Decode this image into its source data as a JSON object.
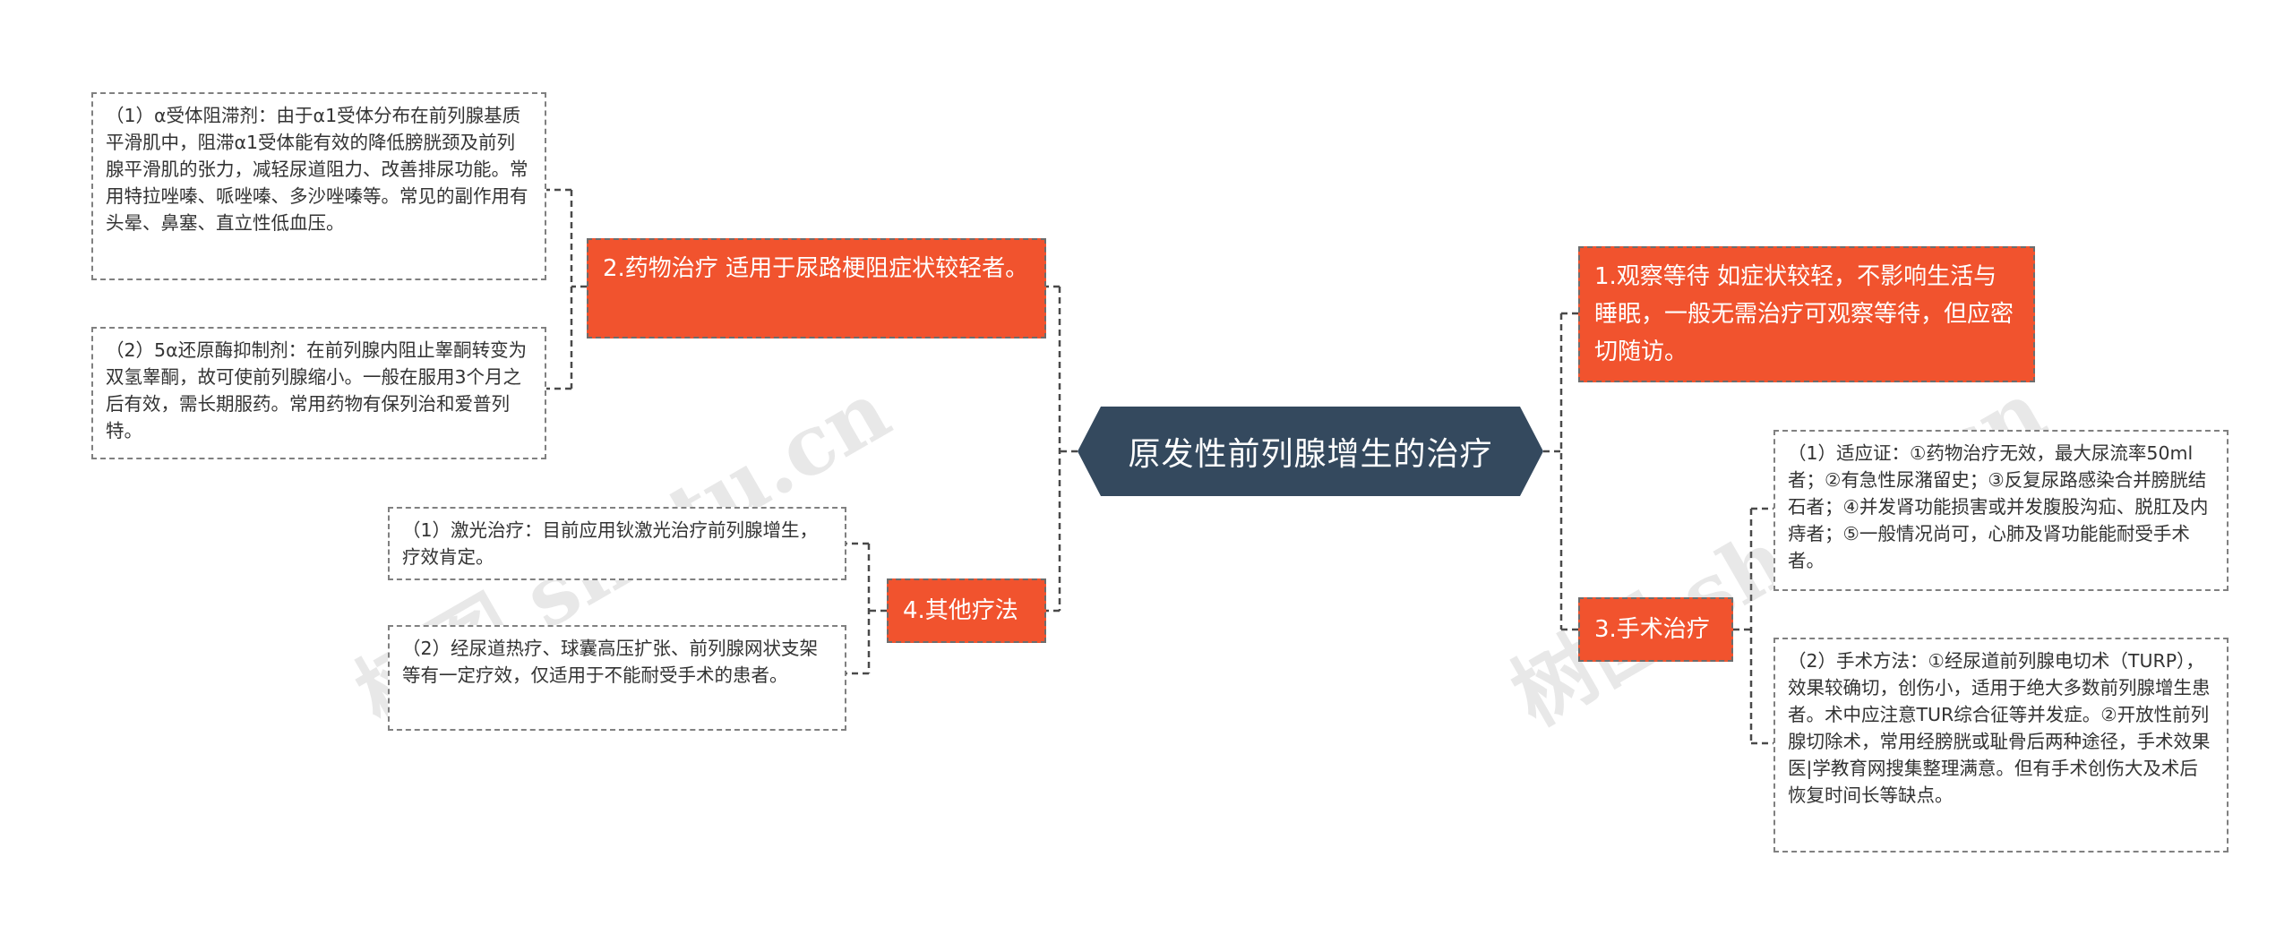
{
  "root": {
    "label": "原发性前列腺增生的治疗"
  },
  "branches": {
    "observe": {
      "label": "1.观察等待 如症状较轻，不影响生活与睡眠，一般无需治疗可观察等待，但应密切随访。"
    },
    "drug": {
      "label": "2.药物治疗 适用于尿路梗阻症状较轻者。",
      "leaves": [
        "（1）α受体阻滞剂：由于α1受体分布在前列腺基质平滑肌中，阻滞α1受体能有效的降低膀胱颈及前列腺平滑肌的张力，减轻尿道阻力、改善排尿功能。常用特拉唑嗪、哌唑嗪、多沙唑嗪等。常见的副作用有头晕、鼻塞、直立性低血压。",
        "（2）5α还原酶抑制剂：在前列腺内阻止睾酮转变为双氢睾酮，故可使前列腺缩小。一般在服用3个月之后有效，需长期服药。常用药物有保列治和爱普列特。"
      ]
    },
    "surgery": {
      "label": "3.手术治疗",
      "leaves": [
        "（1）适应证：①药物治疗无效，最大尿流率50ml者；②有急性尿潴留史；③反复尿路感染合并膀胱结石者；④并发肾功能损害或并发腹股沟疝、脱肛及内痔者；⑤一般情况尚可，心肺及肾功能能耐受手术者。",
        "（2）手术方法：①经尿道前列腺电切术（TURP），效果较确切，创伤小，适用于绝大多数前列腺增生患者。术中应注意TUR综合征等并发症。②开放性前列腺切除术，常用经膀胱或耻骨后两种途径，手术效果医|学教育网搜集整理满意。但有手术创伤大及术后恢复时间长等缺点。"
      ]
    },
    "other": {
      "label": "4.其他疗法",
      "leaves": [
        "（1）激光治疗：目前应用钬激光治疗前列腺增生，疗效肯定。",
        "（2）经尿道热疗、球囊高压扩张、前列腺网状支架等有一定疗效，仅适用于不能耐受手术的患者。"
      ]
    }
  },
  "watermarks": [
    "树图 shutu.cn",
    "树图 shutu.cn"
  ],
  "colors": {
    "root": "#34495e",
    "branch": "#f1532e",
    "line": "#4a4a4a",
    "leaf_border": "#808080"
  }
}
